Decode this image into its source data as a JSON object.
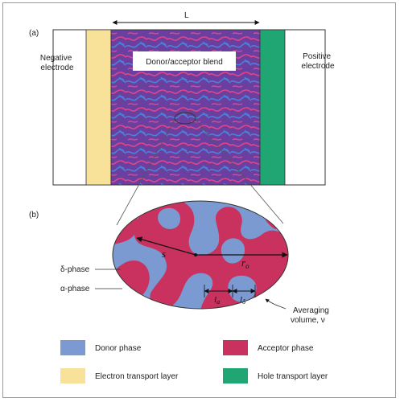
{
  "labels": {
    "part_a": "(a)",
    "part_b": "(b)",
    "length": "L",
    "blend": "Donor/acceptor blend",
    "negative_electrode": [
      "Negative",
      "electrode"
    ],
    "positive_electrode": [
      "Positive",
      "electrode"
    ],
    "delta_phase": "δ-phase",
    "alpha_phase": "α-phase",
    "radius_symbol": "s",
    "ro_symbol": "r",
    "ro_sub": "o",
    "la_symbol": "l",
    "la_sub": "a",
    "ld_symbol": "l",
    "ld_sub": "δ",
    "averaging_volume": [
      "Averaging",
      "volume, ν"
    ]
  },
  "legend": [
    {
      "label": "Donor phase",
      "color": "#7b9ad1"
    },
    {
      "label": "Acceptor phase",
      "color": "#c9325e"
    },
    {
      "label": "Electron transport layer",
      "color": "#f8e199"
    },
    {
      "label": "Hole transport layer",
      "color": "#1fa672"
    }
  ],
  "colors": {
    "donor": "#7b9ad1",
    "acceptor": "#c9325e",
    "blend_bg": "#6b3fa0",
    "blend_wave": "#e0468a",
    "blend_wave2": "#4d7fd6",
    "electron_layer": "#f8e199",
    "hole_layer": "#1fa672"
  }
}
